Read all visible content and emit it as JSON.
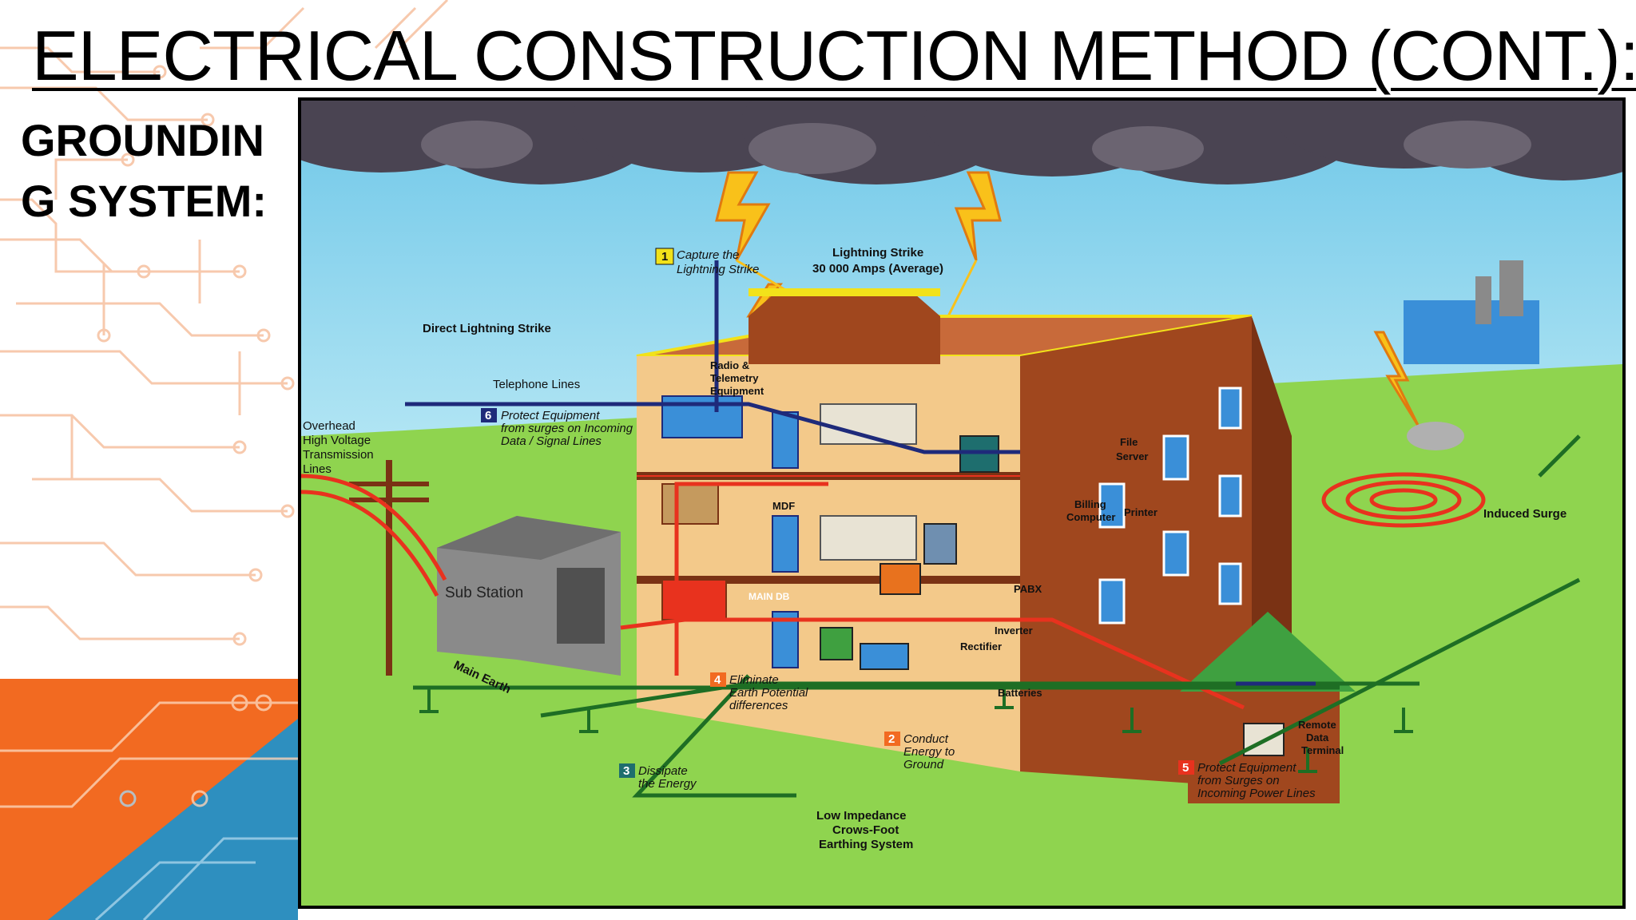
{
  "slide": {
    "title": "ELECTRICAL CONSTRUCTION METHOD (CONT.):",
    "subtitle_line1": "GROUNDIN",
    "subtitle_line2": "G SYSTEM:"
  },
  "colors": {
    "sky": "#8fd8ee",
    "grass": "#8fd44f",
    "building_brick": "#a0471e",
    "storm_cloud": "#4a4452",
    "power_line": "#e8321e",
    "ground_line": "#1e6e24",
    "signal_line": "#1e2a7a",
    "accent_orange": "#f26a21",
    "accent_blue": "#2e8fbf"
  },
  "diagram": {
    "labels": {
      "capture_num": "1",
      "capture_line1": "Capture the",
      "capture_line2": "Lightning Strike",
      "strike_line1": "Lightning Strike",
      "strike_line2": "30 000 Amps (Average)",
      "direct_strike": "Direct Lightning Strike",
      "telephone_lines": "Telephone Lines",
      "overhead_1": "Overhead",
      "overhead_2": "High Voltage",
      "overhead_3": "Transmission",
      "overhead_4": "Lines",
      "protect6_num": "6",
      "protect6_line1": "Protect Equipment",
      "protect6_line2": "from surges on Incoming",
      "protect6_line3": "Data / Signal Lines",
      "radio_1": "Radio &",
      "radio_2": "Telemetry",
      "radio_3": "Equipment",
      "mdf": "MDF",
      "main_db": "MAIN DB",
      "sub_station": "Sub Station",
      "main_earth": "Main Earth",
      "file_server_1": "File",
      "file_server_2": "Server",
      "billing_1": "Billing",
      "billing_2": "Computer",
      "printer": "Printer",
      "pabx": "PABX",
      "inverter": "Inverter",
      "rectifier": "Rectifier",
      "batteries": "Batteries",
      "induced_surge": "Induced Surge",
      "eliminate_num": "4",
      "eliminate_line1": "Eliminate",
      "eliminate_line2": "Earth Potential",
      "eliminate_line3": "differences",
      "conduct_num": "2",
      "conduct_line1": "Conduct",
      "conduct_line2": "Energy to",
      "conduct_line3": "Ground",
      "dissipate_num": "3",
      "dissipate_line1": "Dissipate",
      "dissipate_line2": "the Energy",
      "low_imp_1": "Low Impedance",
      "low_imp_2": "Crows-Foot",
      "low_imp_3": "Earthing System",
      "protect5_num": "5",
      "protect5_line1": "Protect Equipment",
      "protect5_line2": "from Surges on",
      "protect5_line3": "Incoming Power Lines",
      "remote_1": "Remote",
      "remote_2": "Data",
      "remote_3": "Terminal"
    }
  }
}
